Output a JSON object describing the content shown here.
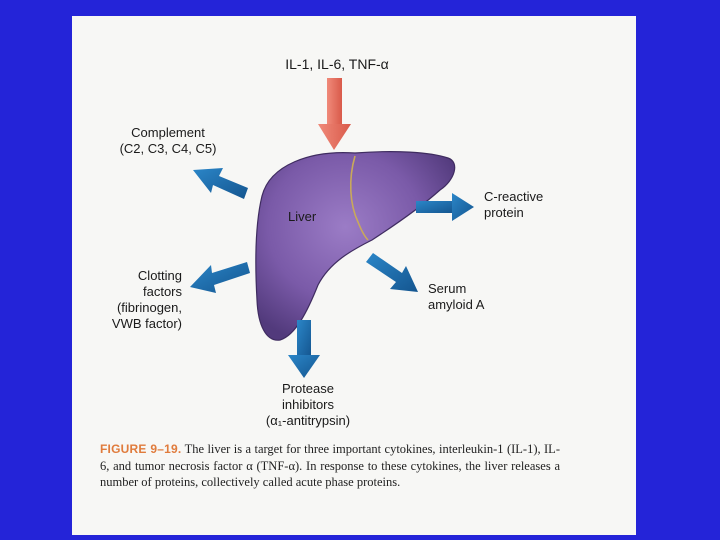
{
  "top_input": "IL-1, IL-6, TNF-α",
  "organ": "Liver",
  "outputs": {
    "complement": [
      "Complement",
      "(C2, C3, C4, C5)"
    ],
    "crp": [
      "C-reactive",
      "protein"
    ],
    "clotting": [
      "Clotting",
      "factors",
      "(fibrinogen,",
      "VWB factor)"
    ],
    "serum": [
      "Serum",
      "amyloid A"
    ],
    "protease": [
      "Protease",
      "inhibitors",
      "(α₁-antitrypsin)"
    ]
  },
  "caption": {
    "figure_label": "FIGURE 9–19.",
    "text": "The liver is a target for three important cytokines, interleukin-1 (IL-1), IL-6, and tumor necrosis factor α (TNF-α). In response to these cytokines, the liver releases a number of proteins, collectively called acute phase proteins."
  },
  "colors": {
    "background": "#2424d8",
    "input_arrow": "#e8796a",
    "output_arrow": "#1e6fb0",
    "liver": "#7a5aa8"
  }
}
